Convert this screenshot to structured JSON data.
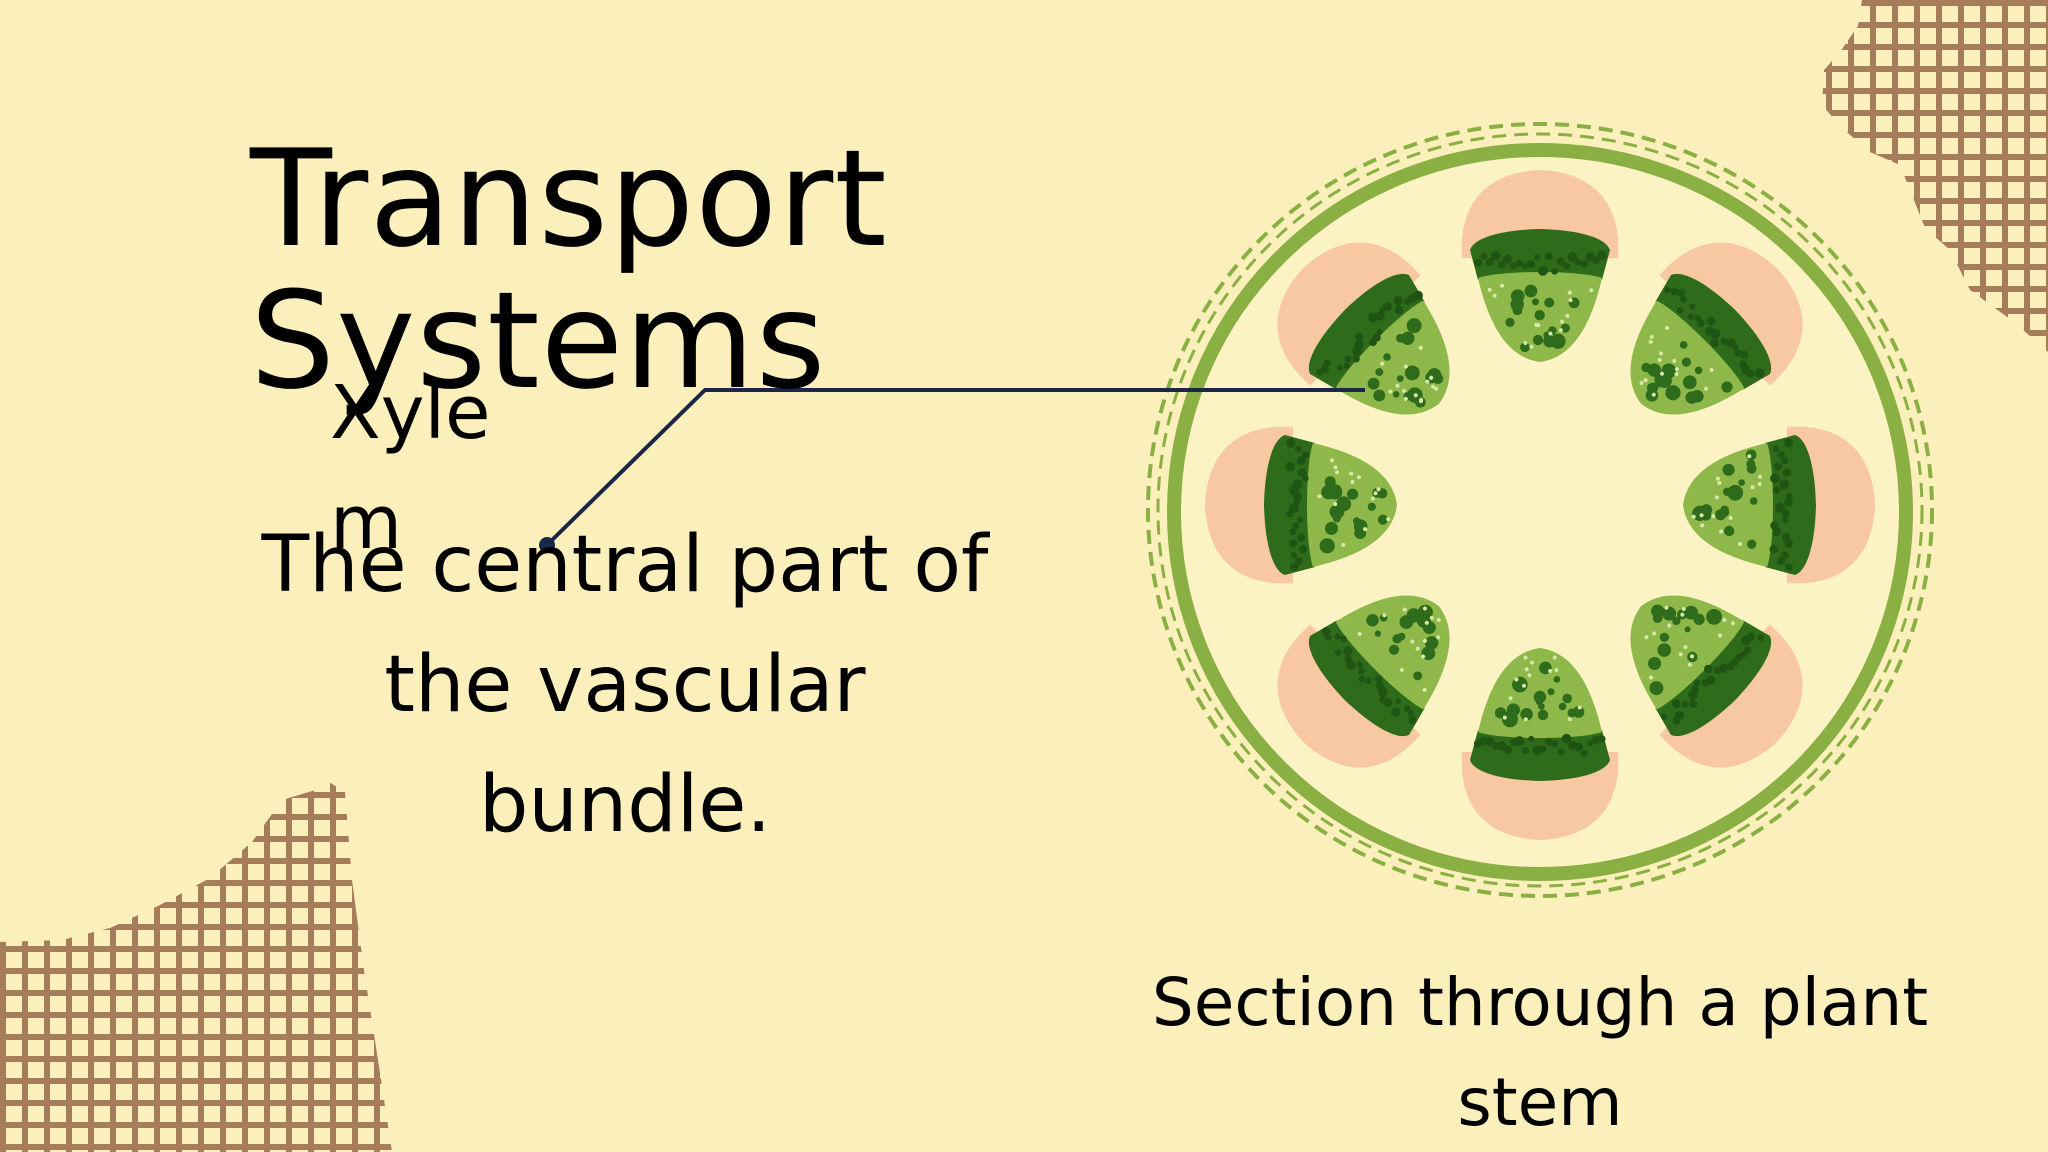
{
  "slide": {
    "title": "Transport Systems",
    "label": "Xylem",
    "description": "The central part of the vascular bundle.",
    "caption": "Section through a plant stem"
  },
  "colors": {
    "background": "#fbf0bb",
    "grid_pattern": "#a67c5b",
    "epidermis_green": "#8aaf42",
    "cortex_fill": "#fbf3c4",
    "phloem_peach": "#f7c8a2",
    "xylem_dark_green": "#2e6b1a",
    "xylem_light_green": "#8fb84a",
    "leader_line": "#1b2747"
  },
  "diagram": {
    "vascular_bundle_count": 8,
    "connector_style": "elbow"
  }
}
